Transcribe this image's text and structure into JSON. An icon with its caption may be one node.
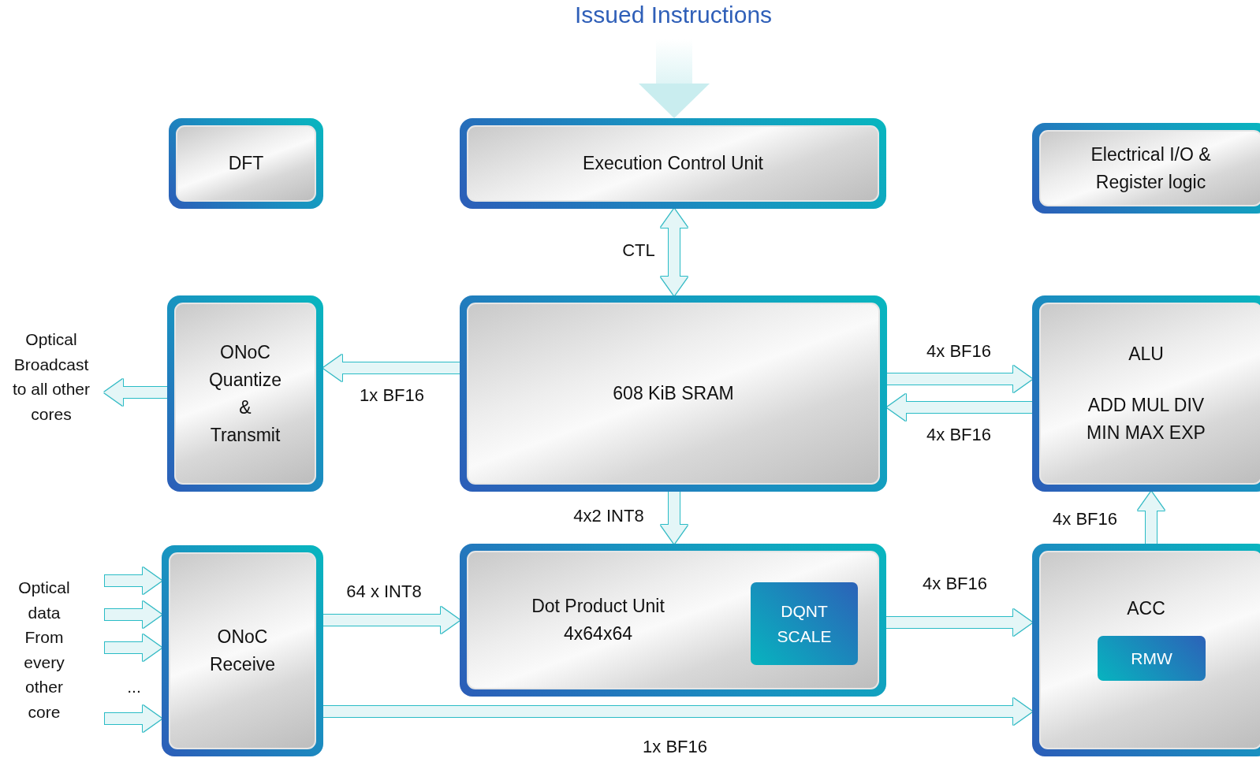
{
  "diagram": {
    "nodes": [
      {
        "text": [
          "Issued Instructions"
        ]
      },
      {
        "text": [
          "DFT"
        ]
      },
      {
        "text": [
          "Execution Control Unit"
        ]
      },
      {
        "text": [
          "Electrical I/O & Register logic"
        ]
      },
      {
        "text": [
          "Optical Broadcast to all other cores"
        ]
      },
      {
        "text": [
          "ONoC Quantize & Transmit"
        ]
      },
      {
        "text": [
          "608 KiB SRAM"
        ]
      },
      {
        "text": [
          "ALU",
          "ADD MUL DIV MIN MAX EXP"
        ]
      },
      {
        "text": [
          "Optical data From every other core"
        ]
      },
      {
        "text": [
          "ONoC Receive"
        ]
      },
      {
        "text": [
          "Dot Product Unit 4x64x64"
        ]
      },
      {
        "text": [
          "DQNT SCALE"
        ],
        "in": 10
      },
      {
        "text": [
          "ACC"
        ]
      },
      {
        "text": [
          "RMW"
        ],
        "in": 12
      }
    ],
    "edges": [
      {
        "from": 0,
        "to": 2,
        "arrow": "to",
        "style": "thick"
      },
      {
        "from": 2,
        "to": 6,
        "arrow": "both",
        "label": "CTL"
      },
      {
        "from": 6,
        "to": 5,
        "arrow": "to",
        "label": "1x BF16"
      },
      {
        "from": 5,
        "to": 4,
        "arrow": "to"
      },
      {
        "from": 6,
        "to": 7,
        "arrow": "to",
        "label": "4x BF16"
      },
      {
        "from": 7,
        "to": 6,
        "arrow": "to",
        "label": "4x BF16"
      },
      {
        "from": 6,
        "to": 10,
        "arrow": "to",
        "label": "4x2 INT8"
      },
      {
        "from": 12,
        "to": 7,
        "arrow": "to",
        "label": "4x BF16"
      },
      {
        "from": 8,
        "to": 9,
        "arrow": "to"
      },
      {
        "from": 8,
        "to": 9,
        "arrow": "to"
      },
      {
        "from": 8,
        "to": 9,
        "arrow": "to"
      },
      {
        "from": 8,
        "to": 9,
        "arrow": "to"
      },
      {
        "from": 9,
        "to": 10,
        "arrow": "to",
        "label": "64 x INT8"
      },
      {
        "from": 10,
        "to": 12,
        "arrow": "to",
        "label": "4x BF16"
      },
      {
        "from": 9,
        "to": 12,
        "arrow": "to",
        "label": "1x BF16"
      }
    ],
    "labels": [
      "..."
    ]
  }
}
